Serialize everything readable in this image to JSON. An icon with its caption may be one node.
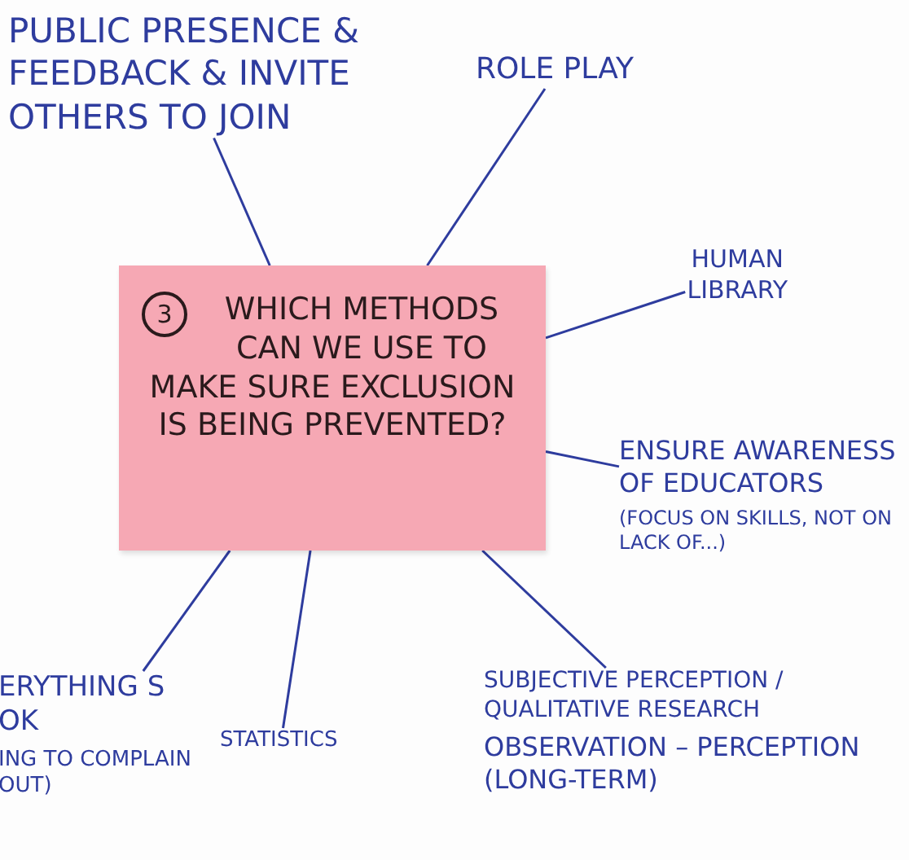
{
  "diagram": {
    "nodes": [
      {
        "text": [
          "3",
          "WHICH METHODS CAN WE USE TO MAKE SURE EXCLUSION IS BEING PREVENTED?"
        ]
      },
      {
        "text": [
          "PUBLIC PRESENCE & FEEDBACK & INVITE OTHERS TO JOIN"
        ]
      },
      {
        "text": [
          "ROLE PLAY"
        ]
      },
      {
        "text": [
          "HUMAN LIBRARY"
        ]
      },
      {
        "text": [
          "ENSURE AWARENESS OF EDUCATORS",
          "(FOCUS ON SKILLS, NOT ON LACK OF...)"
        ]
      },
      {
        "text": [
          "ERYTHING S OK",
          "ING TO COMPLAIN OUT)"
        ]
      },
      {
        "text": [
          "STATISTICS"
        ]
      },
      {
        "text": [
          "SUBJECTIVE PERCEPTION / QUALITATIVE RESEARCH",
          "OBSERVATION – PERCEPTION (LONG-TERM)"
        ]
      }
    ],
    "edges": [
      {
        "from": 0,
        "to": 1,
        "arrow": "none"
      },
      {
        "from": 0,
        "to": 2,
        "arrow": "none"
      },
      {
        "from": 0,
        "to": 3,
        "arrow": "none"
      },
      {
        "from": 0,
        "to": 4,
        "arrow": "none"
      },
      {
        "from": 0,
        "to": 5,
        "arrow": "none"
      },
      {
        "from": 0,
        "to": 6,
        "arrow": "none"
      },
      {
        "from": 0,
        "to": 7,
        "arrow": "none"
      }
    ]
  }
}
